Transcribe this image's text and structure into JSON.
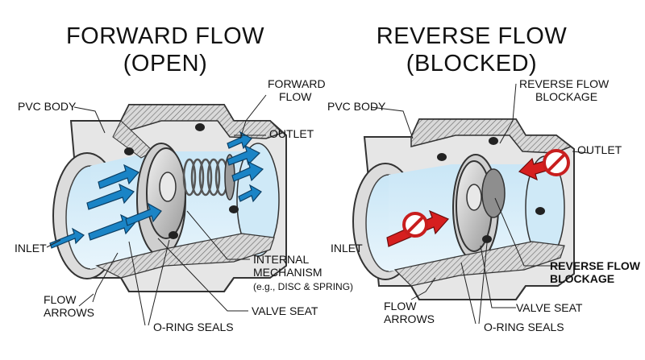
{
  "left": {
    "title_line1": "FORWARD FLOW",
    "title_line2": "(OPEN)",
    "labels": {
      "pvc_body": "PVC BODY",
      "forward_flow_1": "FORWARD",
      "forward_flow_2": "FLOW",
      "outlet": "OUTLET",
      "inlet": "INLET",
      "internal_1": "INTERNAL",
      "internal_2": "MECHANISM",
      "internal_3": "(e.g., DISC & SPRING)",
      "valve_seat": "VALVE SEAT",
      "oring_seals": "O-RING SEALS",
      "flow_arrows_1": "FLOW",
      "flow_arrows_2": "ARROWS"
    }
  },
  "right": {
    "title_line1": "REVERSE FLOW",
    "title_line2": "(BLOCKED)",
    "labels": {
      "pvc_body": "PVC BODY",
      "blockage_top_1": "REVERSE FLOW",
      "blockage_top_2": "BLOCKAGE",
      "outlet": "OUTLET",
      "inlet": "INLET",
      "blockage_bold_1": "REVERSE FLOW",
      "blockage_bold_2": "BLOCKAGE",
      "valve_seat": "VALVE SEAT",
      "oring_seals": "O-RING SEALS",
      "flow_arrows_1": "FLOW",
      "flow_arrows_2": "ARROWS"
    }
  },
  "colors": {
    "pipe_gray": "#e6e6e6",
    "pipe_edge": "#333333",
    "water_blue": "#d6eef9",
    "flow_arrow_blue": "#1a84c6",
    "reverse_arrow_red": "#d61f1f",
    "no_symbol_red": "#c81e1e"
  },
  "icons": [
    "forward-flow-arrow-icon",
    "reverse-flow-arrow-icon",
    "no-entry-icon"
  ]
}
